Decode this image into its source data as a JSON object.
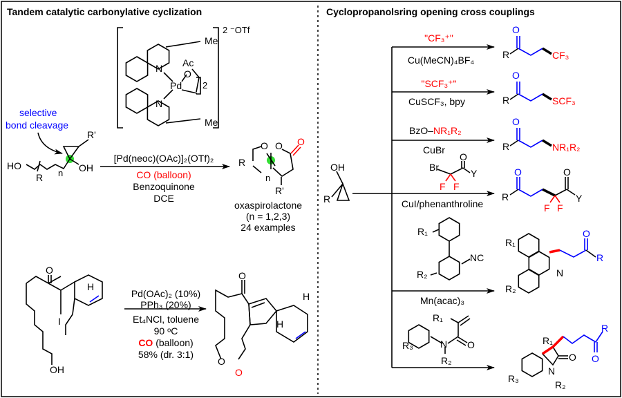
{
  "left_panel": {
    "title": "Tandem catalytic carbonylative cyclization",
    "catalyst": {
      "me_top": "Me",
      "me_bottom": "Me",
      "n_top": "N",
      "n_bottom": "N",
      "pd": "Pd",
      "ac": "Ac",
      "o": "O",
      "count": "2",
      "charge": "2 ⁻OTf"
    },
    "annotation": {
      "line1": "selective",
      "line2": "bond cleavage"
    },
    "reaction1": {
      "substrate": {
        "ho": "HO",
        "r": "R",
        "n": "n",
        "oh": "OH",
        "r_prime": "R'"
      },
      "reagent_above": "[Pd(neoc)(OAc)]₂(OTf)₂",
      "co": "CO (balloon)",
      "additive": "Benzoquinone",
      "solvent": "DCE",
      "product": {
        "r": "R",
        "o1": "O",
        "o2": "O",
        "o3": "O",
        "n": "n",
        "r_prime": "R'"
      },
      "product_name": "oxaspirolactone",
      "n_range": "(n = 1,2,3)",
      "examples": "24 examples"
    },
    "reaction2": {
      "substrate": {
        "o": "O",
        "h": "H",
        "i": "I",
        "oh": "OH"
      },
      "cond1": "Pd(OAc)₂ (10%)",
      "cond2": "PPh₃ (20%)",
      "cond3": "Et₄NCl, toluene",
      "cond4": "90 ᵒC",
      "co": "CO",
      "co_rest": " (balloon)",
      "yield": "58% (dr. 3:1)",
      "product": {
        "o1": "O",
        "h1": "H",
        "h2": "H",
        "o2": "O",
        "o3": "O"
      }
    }
  },
  "right_panel": {
    "title": "Cyclopropanolsring opening cross couplings",
    "start": {
      "oh": "OH",
      "r": "R"
    },
    "rows": [
      {
        "above": "\"CF₃⁺\"",
        "below": "Cu(MeCN)₄BF₄",
        "product_r": "R",
        "product_o": "O",
        "product_group": "CF₃"
      },
      {
        "above": "\"SCF₃⁺\"",
        "below": "CuSCF₃, bpy",
        "product_r": "R",
        "product_o": "O",
        "product_group": "SCF₃"
      },
      {
        "above_black": "BzO",
        "above": "NR₁R₂",
        "below": "CuBr",
        "product_r": "R",
        "product_o": "O",
        "product_group": "NR₁R₂"
      },
      {
        "reagent": {
          "br": "Br",
          "o": "O",
          "y": "Y",
          "f1": "F",
          "f2": "F"
        },
        "below": "CuI/phenanthroline",
        "product_r": "R",
        "product_o": "O",
        "product_o2": "O",
        "product_y": "Y",
        "product_f1": "F",
        "product_f2": "F"
      },
      {
        "reagent": {
          "r1": "R₁",
          "r2": "R₂",
          "nc": "NC"
        },
        "below": "Mn(acac)₃",
        "product": {
          "r1": "R₁",
          "r2": "R₂",
          "n": "N",
          "o": "O",
          "r": "R"
        }
      },
      {
        "reagent": {
          "r1": "R₁",
          "r2": "R₂",
          "r3": "R₃",
          "n": "N",
          "o": "O"
        },
        "product": {
          "r1": "R₁",
          "r2": "R₂",
          "r3": "R₃",
          "n": "N",
          "o": "O",
          "o2": "O",
          "r": "R"
        }
      }
    ]
  }
}
